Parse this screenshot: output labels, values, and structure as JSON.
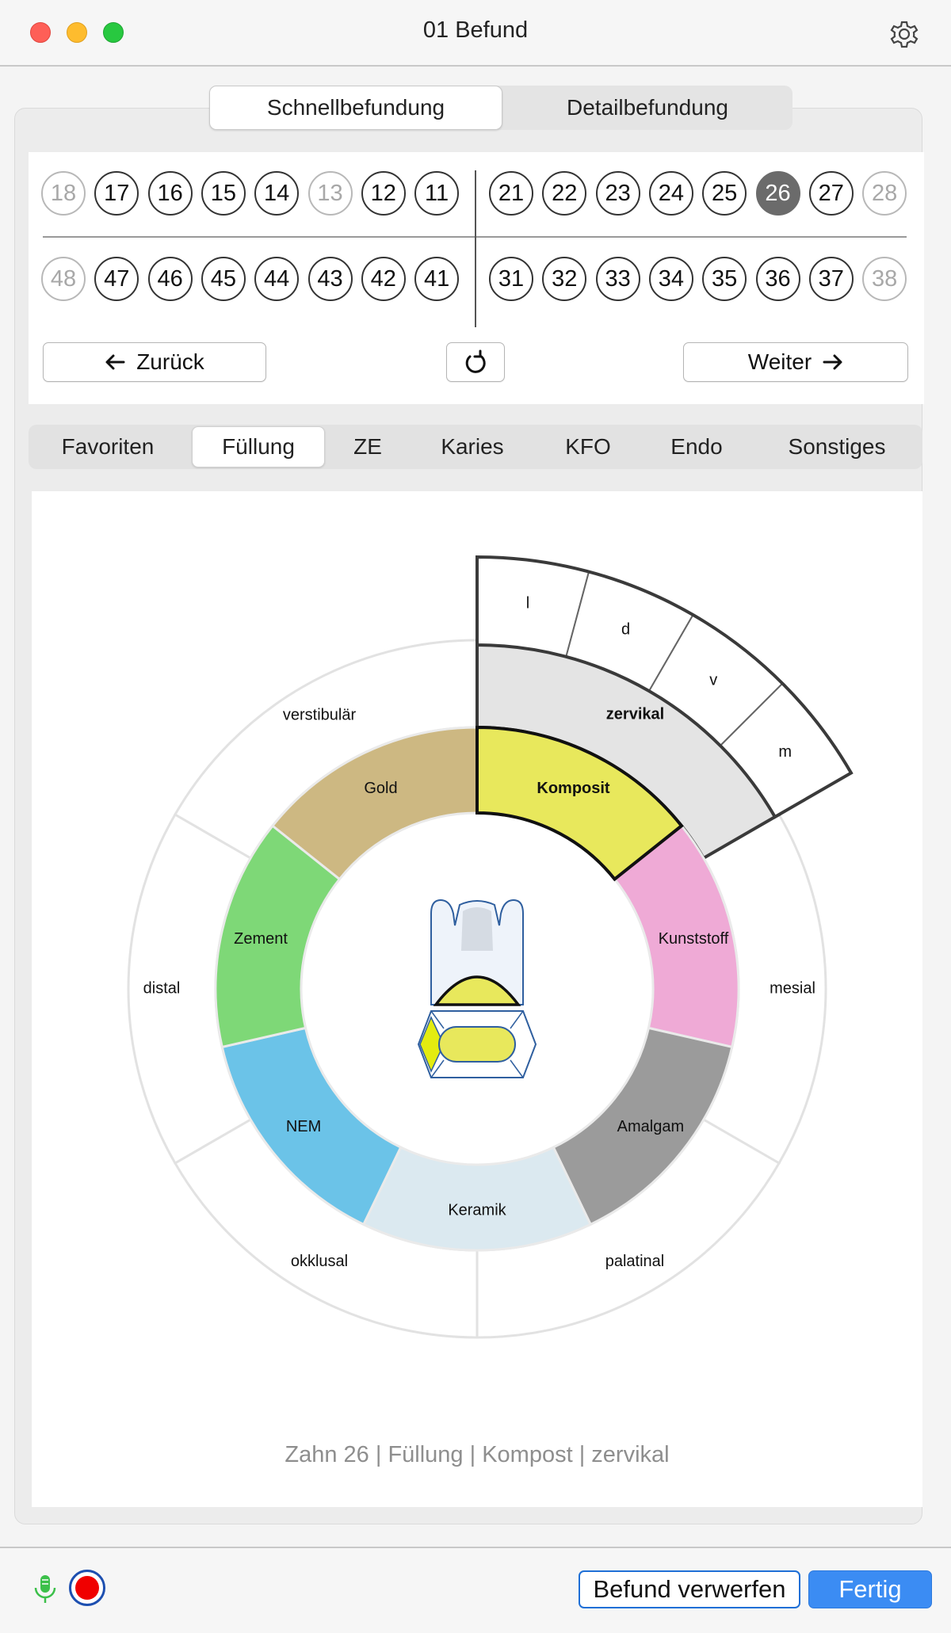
{
  "window": {
    "title": "01 Befund"
  },
  "mode_tabs": [
    {
      "label": "Schnellbefundung",
      "active": true
    },
    {
      "label": "Detailbefundung",
      "active": false
    }
  ],
  "teeth": {
    "upper_right": [
      {
        "num": "18",
        "state": "dim"
      },
      {
        "num": "17",
        "state": "normal"
      },
      {
        "num": "16",
        "state": "normal"
      },
      {
        "num": "15",
        "state": "normal"
      },
      {
        "num": "14",
        "state": "normal"
      },
      {
        "num": "13",
        "state": "dim"
      },
      {
        "num": "12",
        "state": "normal"
      },
      {
        "num": "11",
        "state": "normal"
      }
    ],
    "upper_left": [
      {
        "num": "21",
        "state": "normal"
      },
      {
        "num": "22",
        "state": "normal"
      },
      {
        "num": "23",
        "state": "normal"
      },
      {
        "num": "24",
        "state": "normal"
      },
      {
        "num": "25",
        "state": "normal"
      },
      {
        "num": "26",
        "state": "selected"
      },
      {
        "num": "27",
        "state": "normal"
      },
      {
        "num": "28",
        "state": "dim"
      }
    ],
    "lower_right": [
      {
        "num": "48",
        "state": "dim"
      },
      {
        "num": "47",
        "state": "normal"
      },
      {
        "num": "46",
        "state": "normal"
      },
      {
        "num": "45",
        "state": "normal"
      },
      {
        "num": "44",
        "state": "normal"
      },
      {
        "num": "43",
        "state": "normal"
      },
      {
        "num": "42",
        "state": "normal"
      },
      {
        "num": "41",
        "state": "normal"
      }
    ],
    "lower_left": [
      {
        "num": "31",
        "state": "normal"
      },
      {
        "num": "32",
        "state": "normal"
      },
      {
        "num": "33",
        "state": "normal"
      },
      {
        "num": "34",
        "state": "normal"
      },
      {
        "num": "35",
        "state": "normal"
      },
      {
        "num": "36",
        "state": "normal"
      },
      {
        "num": "37",
        "state": "normal"
      },
      {
        "num": "38",
        "state": "dim"
      }
    ]
  },
  "nav": {
    "back_label": "Zurück",
    "next_label": "Weiter"
  },
  "categories": [
    {
      "label": "Favoriten",
      "active": false
    },
    {
      "label": "Füllung",
      "active": true
    },
    {
      "label": "ZE",
      "active": false
    },
    {
      "label": "Karies",
      "active": false
    },
    {
      "label": "KFO",
      "active": false
    },
    {
      "label": "Endo",
      "active": false
    },
    {
      "label": "Sonstiges",
      "active": false
    }
  ],
  "wheel": {
    "materials": [
      {
        "label": "Komposit",
        "color": "#e8e85c",
        "selected": true
      },
      {
        "label": "Kunststoff",
        "color": "#efaad6",
        "selected": false
      },
      {
        "label": "Amalgam",
        "color": "#9b9b9b",
        "selected": false
      },
      {
        "label": "Keramik",
        "color": "#dbe9f0",
        "selected": false
      },
      {
        "label": "NEM",
        "color": "#6bc3e8",
        "selected": false
      },
      {
        "label": "Zement",
        "color": "#7ed877",
        "selected": false
      },
      {
        "label": "Gold",
        "color": "#cdb882",
        "selected": false
      }
    ],
    "surfaces": [
      {
        "label": "zervikal",
        "selected": true
      },
      {
        "label": "mesial",
        "selected": false
      },
      {
        "label": "palatinal",
        "selected": false
      },
      {
        "label": "okklusal",
        "selected": false
      },
      {
        "label": "distal",
        "selected": false
      },
      {
        "label": "verstibulär",
        "selected": false
      }
    ],
    "sub_surfaces": [
      "l",
      "d",
      "v",
      "m"
    ],
    "accent_selected": "#e8e85c"
  },
  "summary": "Zahn 26 | Füllung | Kompost | zervikal",
  "footer": {
    "discard_label": "Befund verwerfen",
    "done_label": "Fertig"
  }
}
